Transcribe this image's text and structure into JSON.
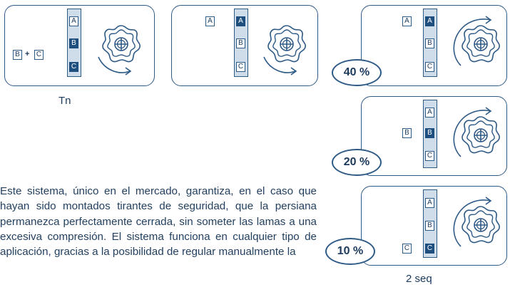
{
  "colors": {
    "stroke": "#2e5a86",
    "dark_key": "#1f4f7f",
    "strip_fill": "#cfdcea",
    "text": "#1b3a5c"
  },
  "letters": {
    "a": "A",
    "b": "B",
    "c": "C",
    "plus": "+"
  },
  "captions": {
    "left": "Tn",
    "right": "2 seq"
  },
  "percentages": {
    "p40": "40 %",
    "p20": "20 %",
    "p10": "10 %"
  },
  "description": "Este sistema, único en el mercado, garantiza, en el caso que hayan sido montados tirantes de seguridad, que la persiana permanezca perfectamente cerrada, sin someter las lamas a una excesiva compresión. El sistema funciona en cualquier tipo de aplicación, gracias a la posibilidad de regular manualmente la",
  "icons": {
    "knob": "adjustment-knob-icon",
    "arrow": "rotation-arrow-icon"
  }
}
